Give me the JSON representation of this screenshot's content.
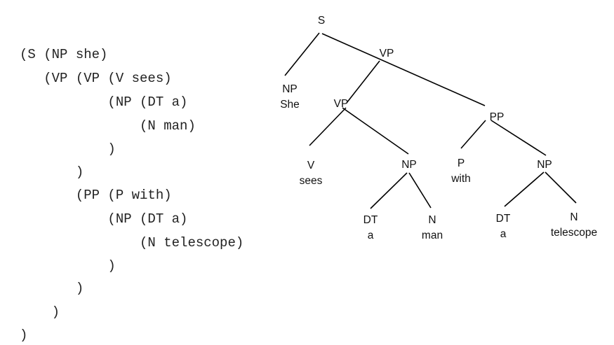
{
  "bracket_notation": [
    "(S (NP she)",
    "   (VP (VP (V sees)",
    "           (NP (DT a)",
    "               (N man)",
    "           )",
    "       )",
    "       (PP (P with)",
    "           (NP (DT a)",
    "               (N telescope)",
    "           )",
    "       )",
    "    )",
    ")"
  ],
  "tree": {
    "nodes": [
      {
        "id": "s",
        "lines": [
          "S"
        ]
      },
      {
        "id": "vp-top",
        "lines": [
          "VP"
        ]
      },
      {
        "id": "np-she",
        "lines": [
          "NP",
          "She"
        ]
      },
      {
        "id": "vp-inner",
        "lines": [
          "VP"
        ]
      },
      {
        "id": "pp",
        "lines": [
          "PP"
        ]
      },
      {
        "id": "v-sees",
        "lines": [
          "V",
          "sees"
        ]
      },
      {
        "id": "np-man",
        "lines": [
          "NP"
        ]
      },
      {
        "id": "p-with",
        "lines": [
          "P",
          "with"
        ]
      },
      {
        "id": "np-telescope",
        "lines": [
          "NP"
        ]
      },
      {
        "id": "dt-a-1",
        "lines": [
          "DT",
          "a"
        ]
      },
      {
        "id": "n-man",
        "lines": [
          "N",
          "man"
        ]
      },
      {
        "id": "dt-a-2",
        "lines": [
          "DT",
          "a"
        ]
      },
      {
        "id": "n-telescope",
        "lines": [
          "N",
          "telescope"
        ]
      }
    ],
    "edges": [
      [
        "s",
        "np-she"
      ],
      [
        "s",
        "pp"
      ],
      [
        "vp-top",
        "vp-inner"
      ],
      [
        "vp-inner",
        "v-sees"
      ],
      [
        "vp-inner",
        "np-man"
      ],
      [
        "np-man",
        "dt-a-1"
      ],
      [
        "np-man",
        "n-man"
      ],
      [
        "pp",
        "p-with"
      ],
      [
        "pp",
        "np-telescope"
      ],
      [
        "np-telescope",
        "dt-a-2"
      ],
      [
        "np-telescope",
        "n-telescope"
      ]
    ]
  }
}
